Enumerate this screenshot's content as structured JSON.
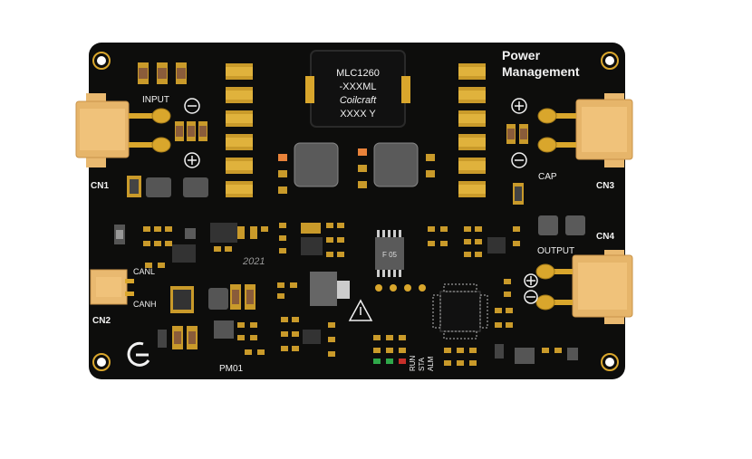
{
  "board": {
    "title_line1": "Power",
    "title_line2": "Management",
    "label_input": "INPUT",
    "label_cap": "CAP",
    "label_output": "OUTPUT",
    "label_canl": "CANL",
    "label_canh": "CANH",
    "label_cn1": "CN1",
    "label_cn2": "CN2",
    "label_cn3": "CN3",
    "label_cn4": "CN4",
    "label_pm01": "PM01",
    "label_run": "RUN",
    "label_sta": "STA",
    "label_alm": "ALM",
    "date_code": "2021",
    "inductor_line1": "MLC1260",
    "inductor_line2": "-XXXML",
    "inductor_line3": "Coilcraft",
    "inductor_line4": "XXXX Y",
    "chip_mark": "F 05"
  },
  "colors": {
    "pcb": "#0d0d0c",
    "silk": "#f2f2f2",
    "gold": "#d9a62c",
    "connector": "#e9b970",
    "tantalum": "#c99a2a",
    "ic": "#5a5a5a",
    "led_green": "#2fa84a",
    "led_red": "#c8302a"
  }
}
